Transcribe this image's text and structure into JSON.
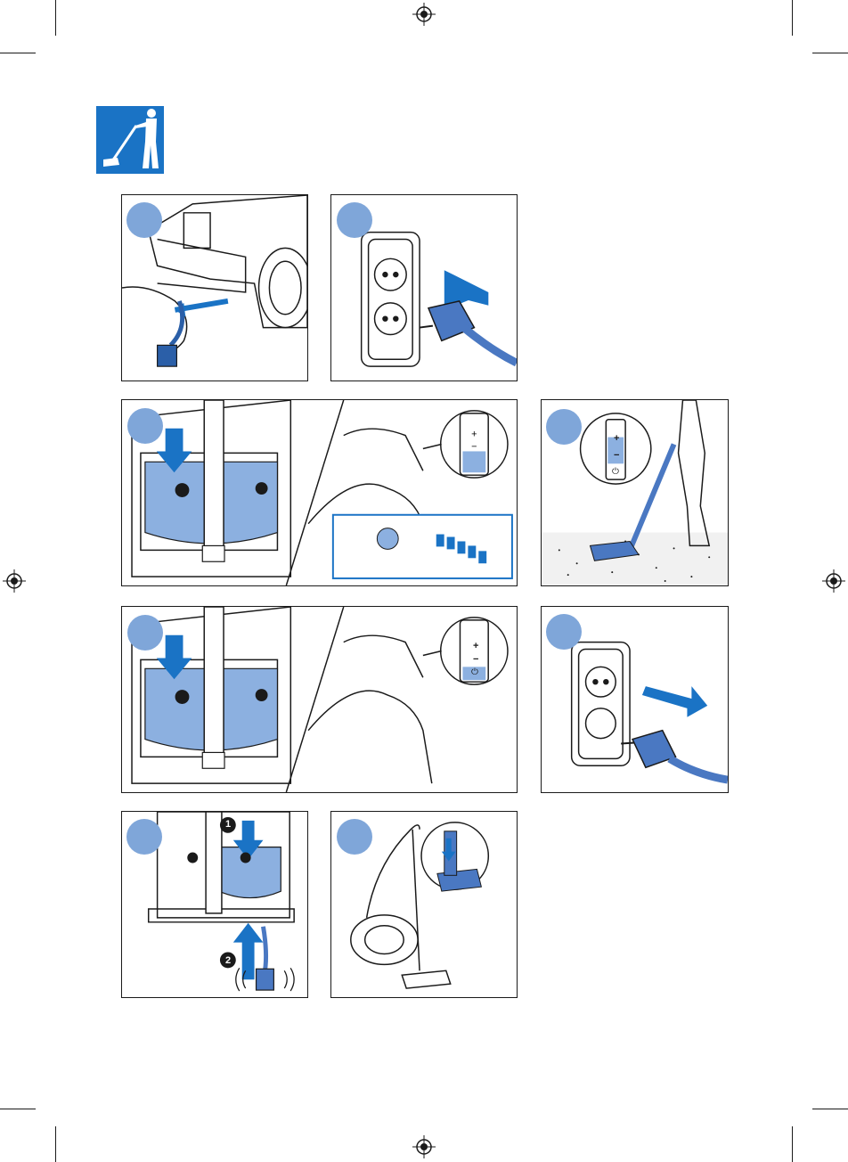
{
  "page": {
    "section_icon": "vacuum-user-icon",
    "colors": {
      "accent": "#1a73c5",
      "badge": "#7fa6d9",
      "highlight": "#8cb0e0",
      "line": "#1a1a1a"
    }
  },
  "panels": [
    {
      "name": "pull-out-cord",
      "illustration": "cord-pull-icon"
    },
    {
      "name": "plug-in",
      "illustration": "plug-in-socket-icon"
    },
    {
      "name": "press-on-button",
      "illustration": "on-off-pedal-icon",
      "leds_lit": 5
    },
    {
      "name": "adjust-power",
      "illustration": "suction-control-icon",
      "control_labels": [
        "+",
        "−",
        "⏻"
      ]
    },
    {
      "name": "switch-off",
      "illustration": "on-off-pedal-icon",
      "control_labels": [
        "+",
        "−",
        "⏻"
      ]
    },
    {
      "name": "unplug",
      "illustration": "unplug-socket-icon"
    },
    {
      "name": "rewind-cord",
      "illustration": "cord-rewind-icon",
      "steps": [
        "1",
        "2"
      ]
    },
    {
      "name": "park-tube",
      "illustration": "parking-slot-icon"
    }
  ]
}
